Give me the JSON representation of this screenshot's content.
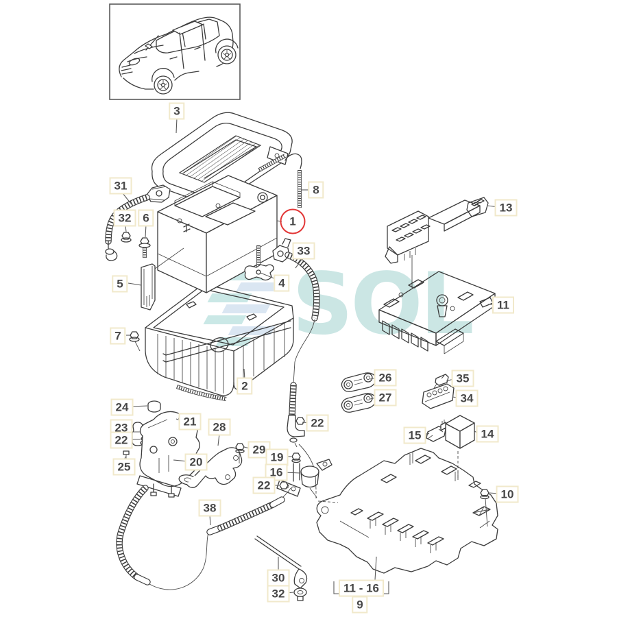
{
  "diagram": {
    "type": "exploded-parts-diagram",
    "subject": "vehicle battery, tray, cables and fuse boxes",
    "vehicle_thumbnail": "suv-line-drawing"
  },
  "watermark": {
    "text": "SOL"
  },
  "colors": {
    "line": "#3c3c3c",
    "label_border": "#f1e9cb",
    "label_text": "#474747",
    "highlight_red": "#e23636",
    "watermark_teal": "#9fd6d2",
    "watermark_blue": "#bcd2e8"
  },
  "labels": {
    "l3": {
      "text": "3"
    },
    "l8": {
      "text": "8"
    },
    "l1": {
      "text": "1",
      "highlighted": true
    },
    "l31": {
      "text": "31"
    },
    "l32a": {
      "text": "32"
    },
    "l6": {
      "text": "6"
    },
    "l5": {
      "text": "5"
    },
    "l4": {
      "text": "4"
    },
    "l33": {
      "text": "33"
    },
    "l13": {
      "text": "13"
    },
    "l11": {
      "text": "11"
    },
    "l7": {
      "text": "7"
    },
    "l2": {
      "text": "2"
    },
    "l26": {
      "text": "26"
    },
    "l27": {
      "text": "27"
    },
    "l35": {
      "text": "35"
    },
    "l34": {
      "text": "34"
    },
    "l15": {
      "text": "15"
    },
    "l14": {
      "text": "14"
    },
    "l24": {
      "text": "24"
    },
    "l21": {
      "text": "21"
    },
    "l23": {
      "text": "23"
    },
    "l22b": {
      "text": "22"
    },
    "l25": {
      "text": "25"
    },
    "l20": {
      "text": "20"
    },
    "l28": {
      "text": "28"
    },
    "l29": {
      "text": "29"
    },
    "l22a": {
      "text": "22"
    },
    "l19": {
      "text": "19"
    },
    "l16": {
      "text": "16"
    },
    "l22c": {
      "text": "22"
    },
    "l38": {
      "text": "38"
    },
    "l30": {
      "text": "30"
    },
    "l32b": {
      "text": "32"
    },
    "l10": {
      "text": "10"
    },
    "l11_16": {
      "text": "11 - 16"
    },
    "l9": {
      "text": "9"
    }
  }
}
